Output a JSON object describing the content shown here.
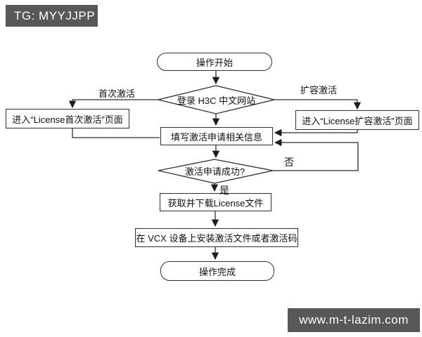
{
  "watermarks": {
    "top_left_label": "TG: MYYJJPP",
    "bottom_right_label": "www.m-t-lazim.com"
  },
  "flowchart": {
    "start": "操作开始",
    "login_site": "登录 H3C 中文网站",
    "branch_first_label": "首次激活",
    "branch_expand_label": "扩容激活",
    "enter_first_page": "进入“License首次激活”页面",
    "enter_expand_page": "进入“License扩容激活”页面",
    "fill_info": "填写激活申请相关信息",
    "apply_success": "激活申请成功?",
    "no_label": "否",
    "yes_label": "是",
    "download_file": "获取并下载License文件",
    "install_on_vcx": "在 VCX 设备上安装激活文件或者激活码",
    "end": "操作完成"
  },
  "colors": {
    "background": "#ffffff",
    "banner_bg": "#58585a",
    "banner_text": "#ffffff",
    "line": "#2f2f2f",
    "text": "#111111"
  }
}
